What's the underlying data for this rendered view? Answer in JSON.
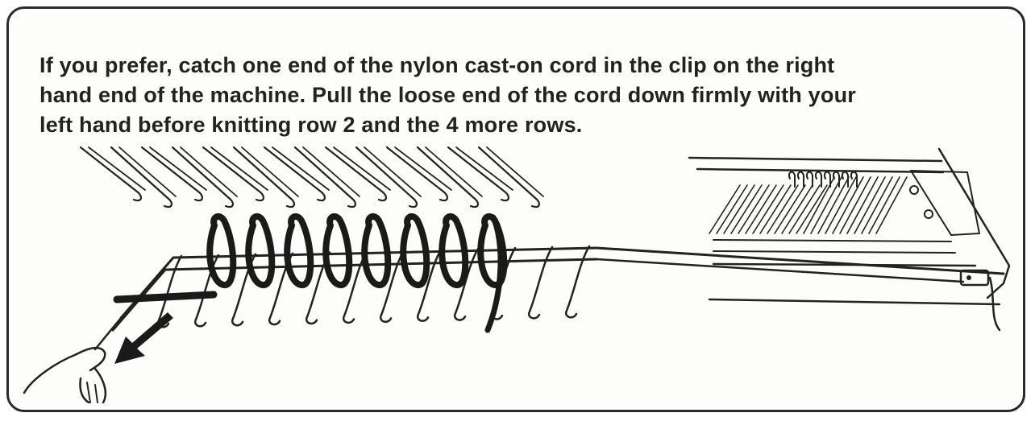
{
  "instruction": {
    "lines": [
      "If you  prefer, catch one end of the nylon cast-on cord in the clip on the right",
      "hand end of the machine.  Pull the loose end of the cord down firmly with your",
      "left hand before knitting row 2 and the 4 more rows."
    ]
  },
  "illustration": {
    "elements": [
      "knitting-machine-needles",
      "cast-on-comb",
      "nylon-cast-on-cord",
      "knitting-machine-bed",
      "clip",
      "left-hand",
      "pull-direction-arrow"
    ]
  }
}
